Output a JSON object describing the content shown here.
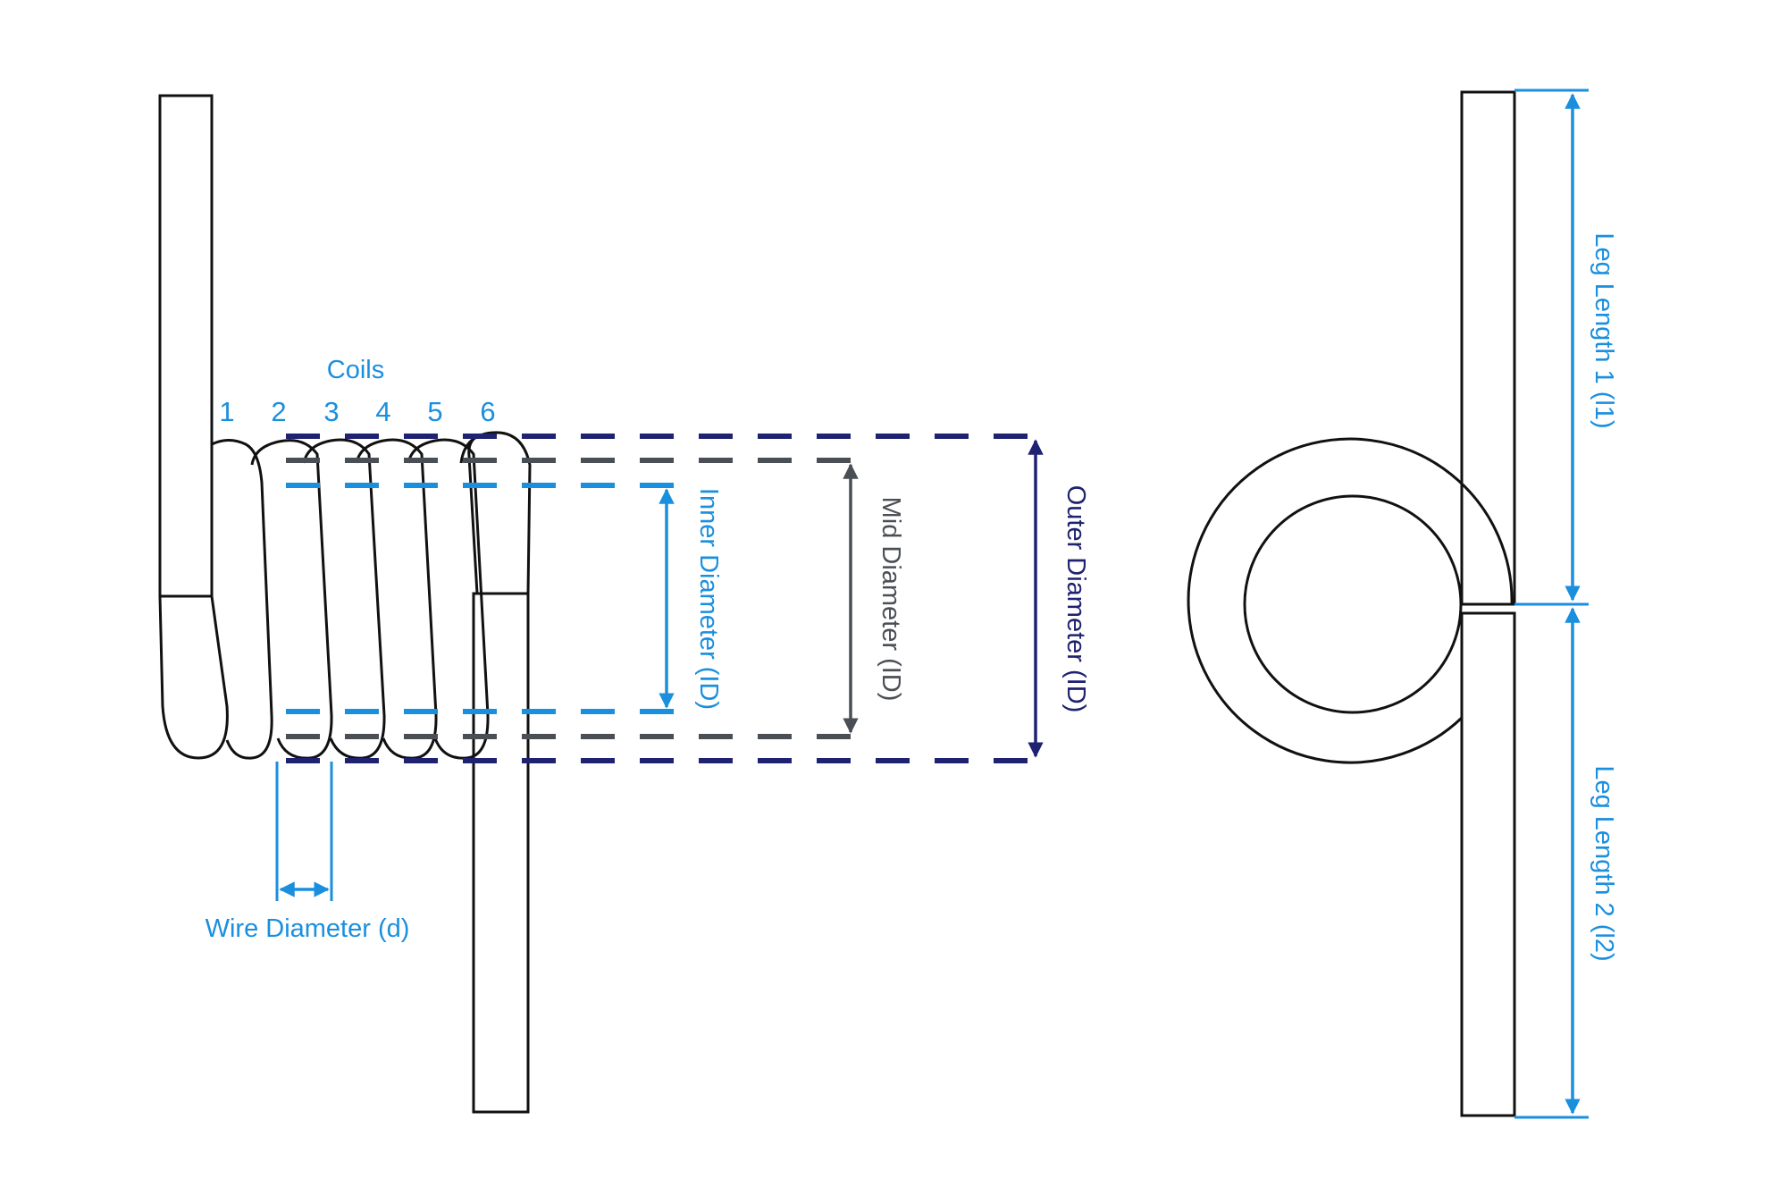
{
  "labels": {
    "coils_title": "Coils",
    "coil_numbers": [
      "1",
      "2",
      "3",
      "4",
      "5",
      "6"
    ],
    "wire_diameter": "Wire Diameter (d)",
    "inner_diameter": "Inner Diameter (ID)",
    "mid_diameter": "Mid Diameter (ID)",
    "outer_diameter": "Outer Diameter (ID)",
    "leg_length_1": "Leg Length 1 (l1)",
    "leg_length_2": "Leg Length 2 (l2)"
  },
  "colors": {
    "outline": "#111111",
    "light_blue": "#1a8fde",
    "dark_gray": "#4a4f55",
    "navy": "#1e2270"
  }
}
